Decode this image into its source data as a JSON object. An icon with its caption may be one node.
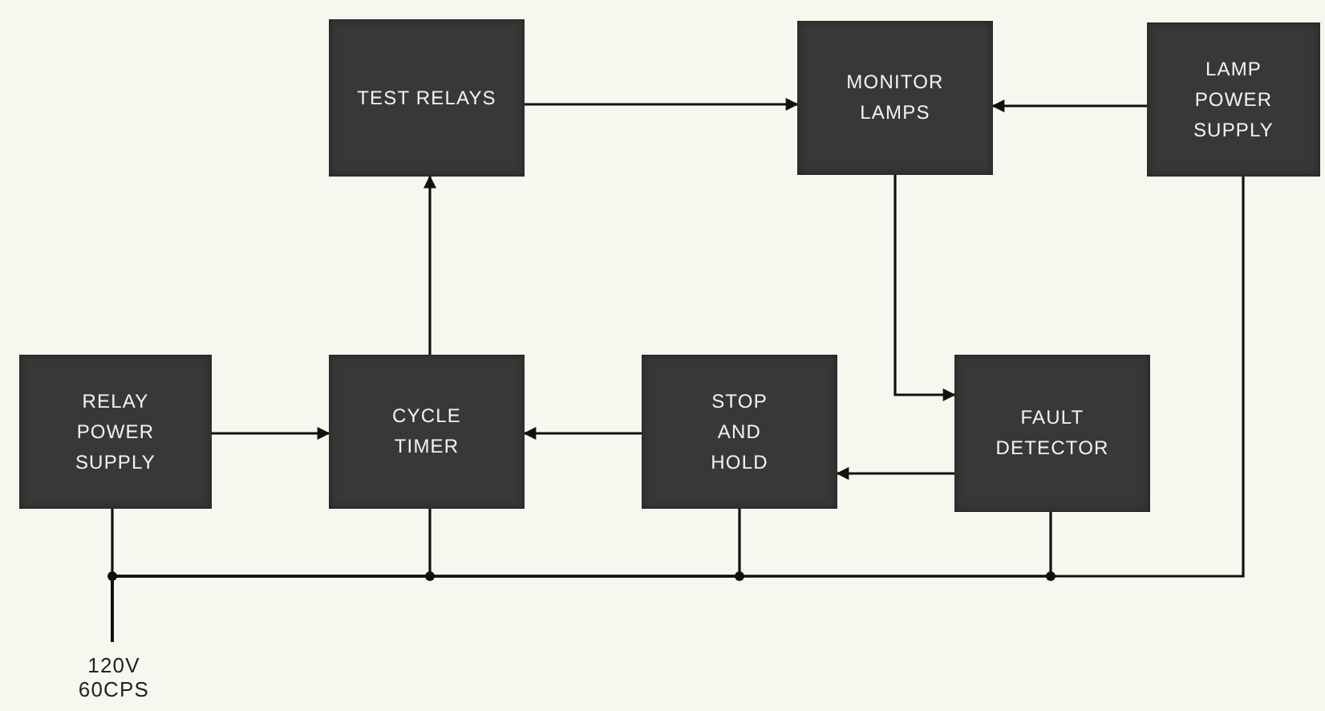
{
  "diagram": {
    "nodes": [
      {
        "text": [
          "TEST RELAYS"
        ]
      },
      {
        "text": [
          "MONITOR LAMPS"
        ]
      },
      {
        "text": [
          "LAMP POWER SUPPLY"
        ]
      },
      {
        "text": [
          "RELAY POWER SUPPLY"
        ]
      },
      {
        "text": [
          "CYCLE TIMER"
        ]
      },
      {
        "text": [
          "STOP AND HOLD"
        ]
      },
      {
        "text": [
          "FAULT DETECTOR"
        ]
      },
      {
        "text": [
          "120V 60CPS"
        ]
      }
    ],
    "edges": [
      {
        "from": 0,
        "to": 1,
        "arrow": "to"
      },
      {
        "from": 2,
        "to": 1,
        "arrow": "to"
      },
      {
        "from": 4,
        "to": 0,
        "arrow": "to"
      },
      {
        "from": 1,
        "to": 6,
        "arrow": "to"
      },
      {
        "from": 3,
        "to": 4,
        "arrow": "to"
      },
      {
        "from": 5,
        "to": 4,
        "arrow": "to"
      },
      {
        "from": 6,
        "to": 5,
        "arrow": "to"
      },
      {
        "from": 7,
        "to": 3,
        "arrow": "none"
      },
      {
        "from": 7,
        "to": 4,
        "arrow": "none"
      },
      {
        "from": 7,
        "to": 5,
        "arrow": "none"
      },
      {
        "from": 7,
        "to": 6,
        "arrow": "none"
      },
      {
        "from": 7,
        "to": 2,
        "arrow": "none"
      }
    ]
  }
}
